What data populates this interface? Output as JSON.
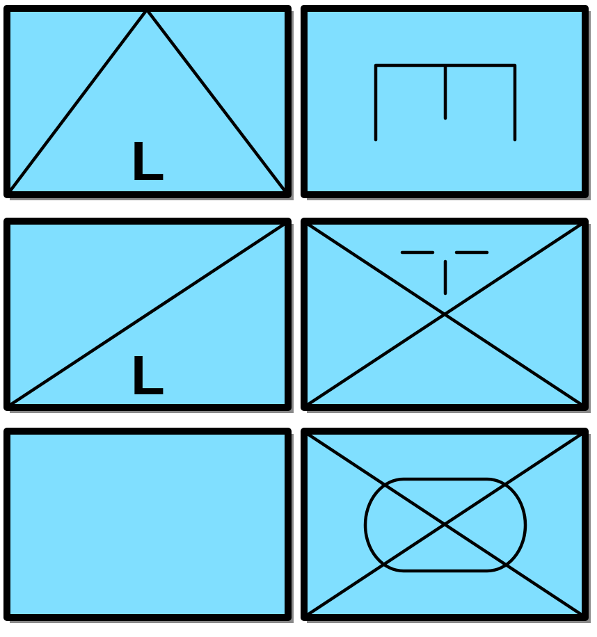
{
  "colors": {
    "panel_fill": "#80dfff",
    "stroke": "#000000",
    "shadow": "#8a8a8a",
    "background": "#ffffff"
  },
  "panels": [
    {
      "id": "panel-1",
      "symbol": "triangle-apex-top",
      "label": "L"
    },
    {
      "id": "panel-2",
      "symbol": "comb-three-prongs",
      "label": ""
    },
    {
      "id": "panel-3",
      "symbol": "single-diagonal",
      "label": "L"
    },
    {
      "id": "panel-4",
      "symbol": "x-cross-with-t-mark",
      "label": ""
    },
    {
      "id": "panel-5",
      "symbol": "empty",
      "label": ""
    },
    {
      "id": "panel-6",
      "symbol": "x-cross-with-stadium",
      "label": ""
    }
  ]
}
